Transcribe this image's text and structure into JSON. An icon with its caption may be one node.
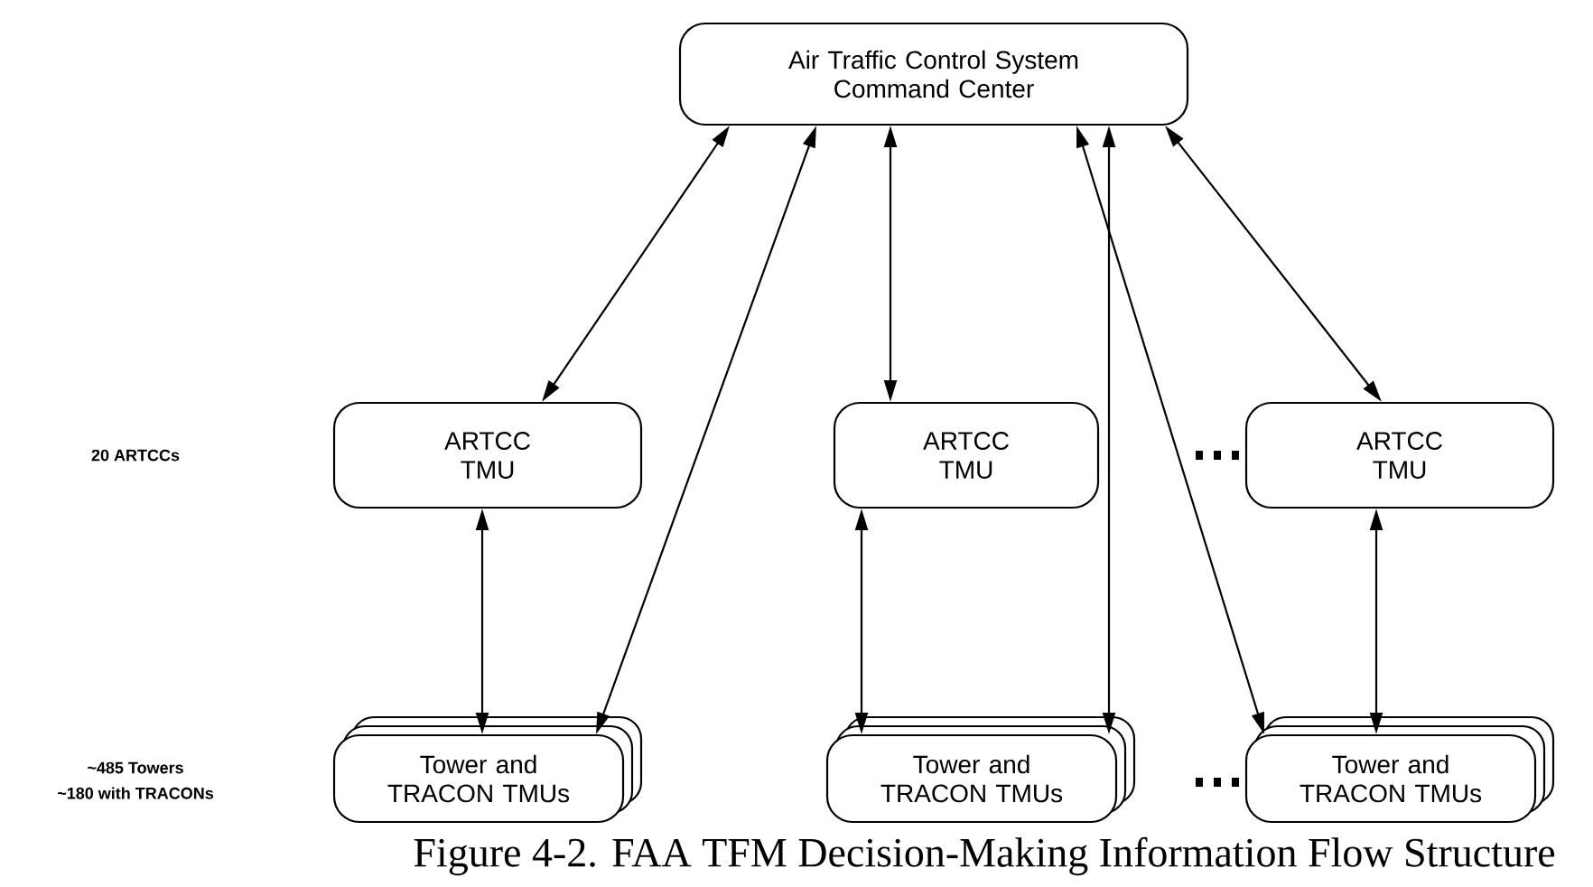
{
  "diagram": {
    "caption": "Figure 4-2. FAA TFM Decision-Making Information Flow Structure",
    "nodes": [
      {
        "text": [
          "Air Traffic Control System Command Center"
        ]
      },
      {
        "text": [
          "ARTCC TMU"
        ]
      },
      {
        "text": [
          "ARTCC TMU"
        ]
      },
      {
        "text": [
          "ARTCC TMU"
        ]
      },
      {
        "text": [
          "Tower and TRACON TMUs"
        ]
      },
      {
        "text": [
          "Tower and TRACON TMUs"
        ]
      },
      {
        "text": [
          "Tower and TRACON TMUs"
        ]
      }
    ],
    "edges": [
      {
        "from": 0,
        "to": 1,
        "arrow": "both"
      },
      {
        "from": 0,
        "to": 4,
        "arrow": "both"
      },
      {
        "from": 0,
        "to": 2,
        "arrow": "both"
      },
      {
        "from": 0,
        "to": 5,
        "arrow": "both"
      },
      {
        "from": 0,
        "to": 6,
        "arrow": "both"
      },
      {
        "from": 0,
        "to": 3,
        "arrow": "both"
      },
      {
        "from": 1,
        "to": 4,
        "arrow": "both"
      },
      {
        "from": 2,
        "to": 5,
        "arrow": "both"
      },
      {
        "from": 3,
        "to": 6,
        "arrow": "both"
      }
    ],
    "labels": [
      "20 ARTCCs",
      "~485 Towers",
      "~180 with TRACONs"
    ]
  }
}
